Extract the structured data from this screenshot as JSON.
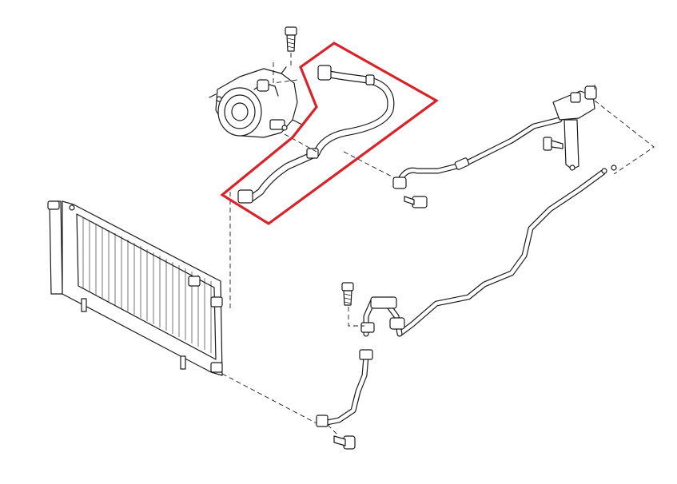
{
  "diagram": {
    "highlight_color": "#d8232a",
    "line_color": "#1a1a1a",
    "background": "#ffffff",
    "parts": [
      "compressor",
      "discharge-hose",
      "condenser",
      "liquid-pipe",
      "suction-pipe",
      "expansion-valve-bracket",
      "bolt"
    ]
  }
}
